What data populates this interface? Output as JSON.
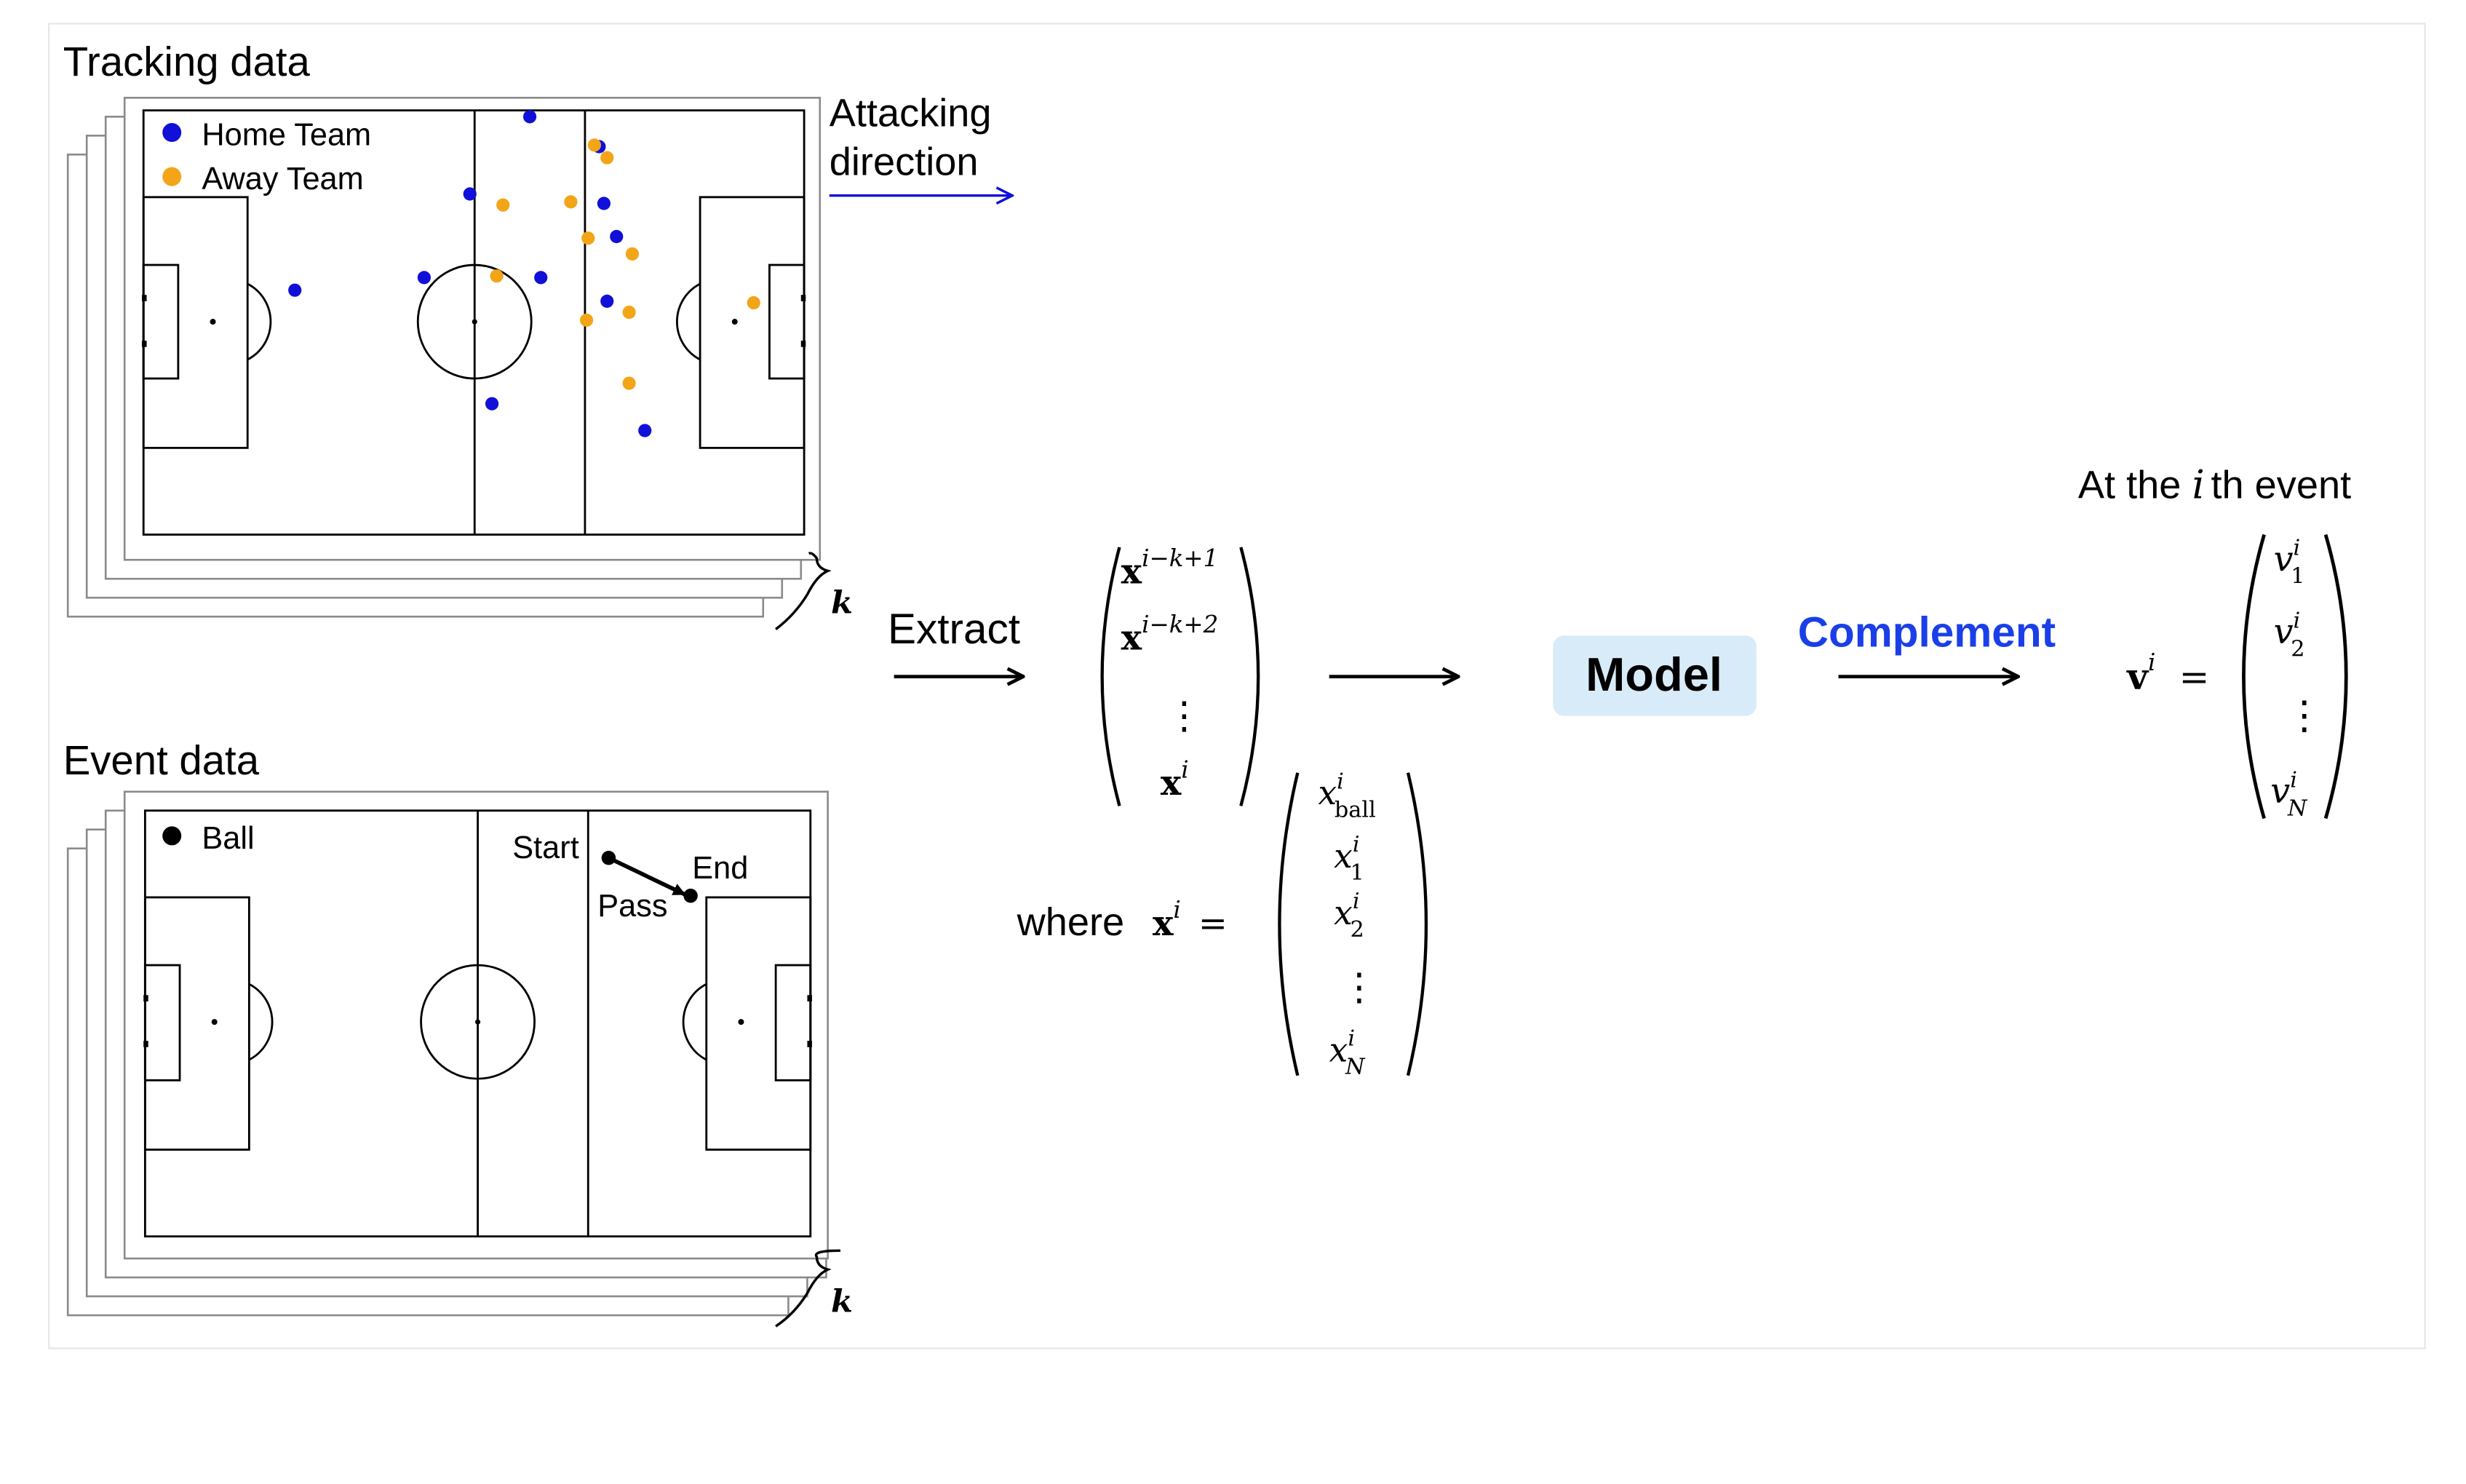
{
  "colors": {
    "home": "#1010d8",
    "away": "#f2a516",
    "ball": "#000000",
    "arrow_blue": "#1010d8",
    "complement": "#1a3fe8",
    "model_box": "#d8ebf8",
    "frame": "#e6e6e6"
  },
  "tracking": {
    "title": "Tracking data",
    "legend_home": "Home Team",
    "legend_away": "Away Team",
    "attacking_line1": "Attacking",
    "attacking_line2": "direction",
    "k_label": "k"
  },
  "event": {
    "title": "Event data",
    "legend_ball": "Ball",
    "start_label": "Start",
    "end_label": "End",
    "pass_label": "Pass",
    "k_label": "k"
  },
  "flow": {
    "extract_label": "Extract",
    "model_label": "Model",
    "complement_label": "Complement"
  },
  "stack_vector": {
    "rows": [
      {
        "base": "x",
        "sup": "i−k+1"
      },
      {
        "base": "x",
        "sup": "i−k+2"
      },
      {
        "base": "⋮",
        "sup": ""
      },
      {
        "base": "x",
        "sup": "i"
      }
    ]
  },
  "where_def": {
    "where_word": "where",
    "lhs_base": "x",
    "lhs_sup": "i",
    "equals": "=",
    "rows": [
      {
        "base": "x",
        "sup": "i",
        "sub": "ball"
      },
      {
        "base": "x",
        "sup": "i",
        "sub": "1"
      },
      {
        "base": "x",
        "sup": "i",
        "sub": "2"
      },
      {
        "base": "⋮",
        "sup": "",
        "sub": ""
      },
      {
        "base": "x",
        "sup": "i",
        "sub": "N"
      }
    ]
  },
  "output": {
    "heading_pre": "At the ",
    "heading_var": "i",
    "heading_post": "th event",
    "lhs_base": "v",
    "lhs_sup": "i",
    "equals": "=",
    "rows": [
      {
        "base": "v",
        "sup": "i",
        "sub": "1"
      },
      {
        "base": "v",
        "sup": "i",
        "sub": "2"
      },
      {
        "base": "⋮",
        "sup": "",
        "sub": ""
      },
      {
        "base": "v",
        "sup": "i",
        "sub": "N"
      }
    ]
  }
}
